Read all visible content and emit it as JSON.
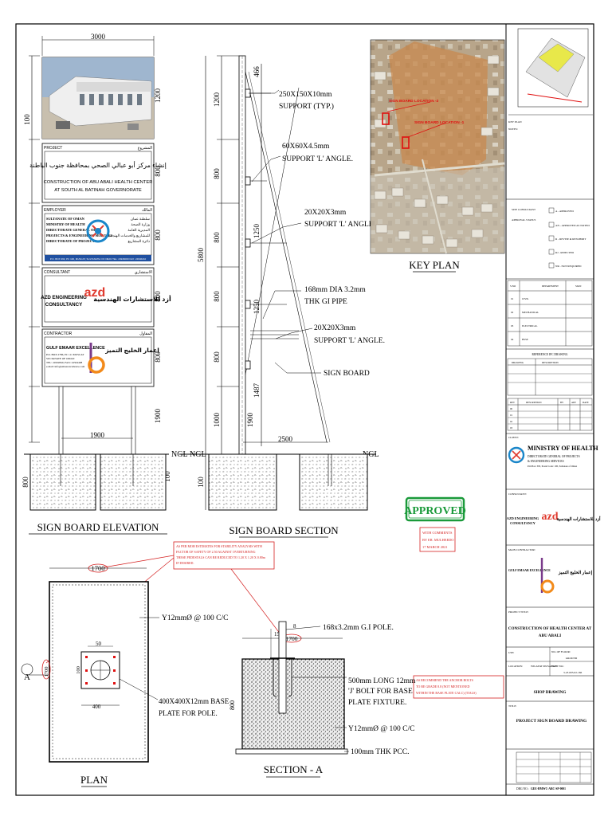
{
  "elevation": {
    "title": "SIGN BOARD ELEVATION",
    "dim_width": "3000",
    "dim_post_spacing": "1900",
    "dim_post_height": "1900",
    "dim_found_depth": "800",
    "dim_found_top": "100",
    "dim_panel_photo": "1200",
    "dim_panel_project": "800",
    "dim_panel_employer": "800",
    "dim_panel_consultant": "800",
    "dim_panel_contractor": "800",
    "dim_top": "100",
    "ngl": "NGL",
    "panel_project": {
      "label_en": "PROJECT",
      "label_ar": "المشروع",
      "arabic": "إنشاء مركز أبو عبالي الصحي بمحافظة جنوب الباطنة",
      "line1": "CONSTRUCTION OF ABU ABALI HEALTH CENTER",
      "line2": "AT SOUTH AL BATINAH GOVERNORATE"
    },
    "panel_employer": {
      "label_en": "EMPLOYER",
      "label_ar": "المالك",
      "l1": "SULTANATE OF OMAN",
      "l2": "MINISTRY OF HEALTH",
      "l3": "DIRECTORATE GENERAL OF",
      "l4": "PROJECTS & ENGINEERING SERVICES",
      "l5": "DIRECTORATE OF PROJECTS",
      "ar1": "سلطنة عمان",
      "ar2": "وزارة الصحة",
      "ar3": "المديرية العامة",
      "ar4": "للمشاريع والخدمات الهندسية",
      "ar5": "دائرة المشاريع",
      "footer": "P.O. BOX 393, PC 100, MUSCAT, SULTANATE OF OMAN   TEL: 24946000  FAX: 24946210"
    },
    "panel_consultant": {
      "label_en": "CONSULTANT",
      "label_ar": "الاستشاري",
      "name1": "AZD ENGINEERING",
      "name2": "CONSULTANCY",
      "logo": "azd",
      "ar_name": "أزد للاستشارات الهندسية"
    },
    "panel_contractor": {
      "label_en": "CONTRACTOR",
      "label_ar": "المقاول",
      "name": "GULF EMAAR EXCELLENCE",
      "ar_name": "إعمار الخليج التميز",
      "l1": "P.O. BOX 2786, PC 111 MUSCAT",
      "l2": "SULTANATE OF OMAN",
      "l3": "TEL: 24502840, FAX: 24504408",
      "l4": "e-mail: info@emaarexcellence.com"
    }
  },
  "section": {
    "title": "SIGN BOARD SECTION",
    "dim_total": "5800",
    "dim_top": "466",
    "dim_a": "1200",
    "dim_b": "800",
    "dim_c": "1250",
    "dim_d": "800",
    "dim_e": "1250",
    "dim_f": "800",
    "dim_g": "1487",
    "dim_h": "1000",
    "dim_i": "1900",
    "dim_base": "2500",
    "dim_found": "100",
    "ngl_left": "NGL",
    "ngl_right": "NGL",
    "callouts": [
      {
        "l1": "250X150X10mm",
        "l2": "SUPPORT (TYP.)"
      },
      {
        "l1": "60X60X4.5mm",
        "l2": "SUPPORT 'L' ANGLE."
      },
      {
        "l1": "20X20X3mm",
        "l2": "SUPPORT 'L' ANGLE."
      },
      {
        "l1": "168mm DIA 3.2mm",
        "l2": "THK GI PIPE"
      },
      {
        "l1": "20X20X3mm",
        "l2": "SUPPORT 'L' ANGLE."
      },
      {
        "l1": "SIGN BOARD",
        "l2": ""
      }
    ]
  },
  "key_plan": {
    "title": "KEY PLAN",
    "marker1": "SIGN BOARD LOCATION -2",
    "marker2": "SIGN BOARD LOCATION -1"
  },
  "stamp": {
    "text": "APPROVED",
    "note_l1": "WITH COMMENTS",
    "note_l2": "BY ER. MULHEEDO",
    "note_l3": "17 MARCH 2021",
    "color": "#1a9a3a",
    "note_color": "#d42020"
  },
  "comments": {
    "c1": [
      "AS PER MOH ESTIMATES FOR STABILITY ANALYSIS WITH",
      "FACTOR OF SAFETY OF 2.50 AGAINST OVERTURNING",
      "THESE PEDESTALS CAN BE REDUCED TO 1.20 X 1.20 X 0.80m",
      "IF DESIRED."
    ],
    "c2": [
      "AS RECOMMEND THE ANCHOR BOLTS",
      "TO BE GRADE 8.8 (NOT MENTIONED",
      "WITHIN THE BASE PLATE CALC) (TIALS)"
    ]
  },
  "plan": {
    "title": "PLAN",
    "dim_width": "1700",
    "dim_side": "1700",
    "rebar": "Y12mmØ @ 100 C/C",
    "bp1": "400X400X12mm BASE",
    "bp2": "PLATE FOR POLE.",
    "d50": "50",
    "d100": "100",
    "d400": "400",
    "marker": "A"
  },
  "section_a": {
    "title": "SECTION - A",
    "dim_width": "1700",
    "dim_15": "15",
    "dim_8": "8",
    "dim_depth": "800",
    "pole": "168x3.2mm G.I POLE.",
    "bolt1": "500mm LONG 12mm",
    "bolt2": "'J' BOLT FOR BASE",
    "bolt3": "PLATE FIXTURE.",
    "rebar": "Y12mmØ @ 100 C/C",
    "pcc": "100mm THK PCC."
  },
  "title_block": {
    "key_plan_label": "KEY PLAN",
    "notes_label": "NOTES:",
    "site_consultant": "SITE CONSULTANT",
    "approval_status": "APPROVAL STATUS",
    "statuses": [
      "A - APPROVED",
      "AN - APPROVED AS NOTED",
      "R - REVISE & RESUBMIT",
      "RJ - REJECTED",
      "NR - NOT REQUIRED"
    ],
    "disc_headers": [
      "S.NO",
      "DEPARTMENT",
      "SIGN"
    ],
    "disciplines": [
      {
        "no": "01",
        "name": "CIVIL"
      },
      {
        "no": "02",
        "name": "MECHANICAL"
      },
      {
        "no": "03",
        "name": "ELECTRICAL"
      },
      {
        "no": "04",
        "name": "HSSE"
      }
    ],
    "reference_label": "REFERENCE IFC DRAWING",
    "ref_headers": [
      "DRAWING",
      "DESCRIPTION"
    ],
    "rev_headers": [
      "REV",
      "DESCRIPTION",
      "BY",
      "APP",
      "DATE"
    ],
    "revisions": [
      "00",
      "01",
      "02",
      "03"
    ],
    "client_label": "CLIENT:",
    "client_name": "MINISTRY OF HEALTH",
    "client_l1": "DIRECTORATE GENERAL OF PROJECTS",
    "client_l2": "& ENGINEERING SERVICES",
    "client_l3": "P.O.Box: 393, Postal Code: 100, Sultanate of Oman",
    "consultant_label": "CONSULTANT:",
    "consultant_name1": "AZD ENGINEERING",
    "consultant_name2": "CONSULTANCY",
    "consultant_logo": "azd",
    "consultant_ar": "أزد للاستشارات الهندسية",
    "contractor_label": "MAIN CONTRACTOR:",
    "contractor_name": "GULF EMAAR EXCELLENCE",
    "contractor_ar": "إعمار الخليج التميز",
    "project_title_label": "PROJECT TITLE:",
    "project_l1": "CONSTRUCTION OF HEALTH CENTER AT",
    "project_l2": "ABU ABALI",
    "use_label": "USE:",
    "floor_label": "NO. OF FLOOR:",
    "floor_value": "GROUND",
    "location_label": "LOCATION:",
    "location_value": "WILAYAT MUSANAH",
    "plot_label": "PLOT NO.:",
    "plot_value": "3-23-005-02-166",
    "drawing_type": "SHOP DRAWING",
    "title_label": "TITLE:",
    "drawing_title": "PROJECT SIGN BOARD DRAWING",
    "drg_no_label": "DRG NO.:",
    "drg_no": "GEE-HMWC-ARC-SP-0001"
  }
}
